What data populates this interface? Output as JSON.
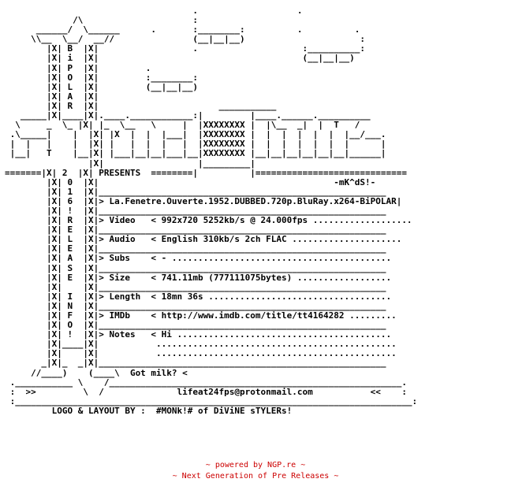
{
  "nfo_art": [
    "                                    .                   .                  ",
    "             /\\                     :                                      ",
    "      ______/  \\______      .       :________:          .          .       ",
    "     \\\\__  \\__/  __//               (__|__|__)                      :       ",
    "        |X| B  |X|                  .                    :__________:       ",
    "        |X| i  |X|                                       (__|__|__)        ",
    "        |X| P  |X|         .                                               ",
    "        |X| O  |X|         :________:                                      ",
    "        |X| L  |X|         (__|__|__)                                      ",
    "        |X| A  |X|                                                         ",
    "        |X| R  |X|                       ___________                       ",
    "   _____|X|____|X|.____.____________:|         |____.______.__________   ",
    "  \\     _  \\_ |X| |_  \\__   \\     |  |XXXXXXXX |  |\\__  _|  |  T   /     ",
    " .\\_____|    |  |X| |X  |  |  |___|  |XXXXXXXX |  |  |  |  |  |  |__/___.",
    " |  |   |    |  |X| |   |  |  |   |  |XXXXXXXX |  |  |  |  |  |  |      |",
    " |__|   T    |__|X| |___|__|__|___|__|XXXXXXXX |__|__|__|__|__|__|______|",
    "                |X|                  |_________|                          ",
    "=======|X| 2  |X| PRESENTS  ========|          |=============================",
    "        |X| 0  |X|                                             -mK^dS!-    ",
    "        |X| 1  |X|_______________________________________________________  ",
    "        |X| 6  |X|> La.Fenetre.Ouverte.1952.DUBBED.720p.BluRay.x264-BiPOLAR|",
    "        |X| !  |X|_______________________________________________________  ",
    "        |X| R  |X|> Video   < 992x720 5252kb/s @ 24.000fps ...................",
    "        |X| E  |X|_______________________________________________________  ",
    "        |X| L  |X|> Audio   < English 310kb/s 2ch FLAC .....................",
    "        |X| E  |X|_______________________________________________________  ",
    "        |X| A  |X|> Subs    < - ..........................................",
    "        |X| S  |X|_______________________________________________________  ",
    "        |X| E  |X|> Size    < 741.11mb (777111075bytes) ..................",
    "        |X|    |X|_______________________________________________________  ",
    "        |X| I  |X|> Length  < 18mn 36s ...................................",
    "        |X| N  |X|_______________________________________________________  ",
    "        |X| F  |X|> IMDb    < http://www.imdb.com/title/tt4164282 .........",
    "        |X| O  |X|_______________________________________________________  ",
    "        |X| !  |X|> Notes   < Hi .........................................",
    "        |X|____|X|           ..............................................",
    "        |X|    |X|           ..............................................",
    "       _|X|_  _|X|_______________________________________________________  ",
    "     //____)    (____\\  Got milk? <                                         ",
    " .___________ \\    /________________________________________________________.",
    " :  >>         \\  /              lifeat24fps@protonmail.com           <<    :",
    " :____________________________________________________________________________:",
    "         LOGO & LAYOUT BY :  #MONk!# of DiViNE sTYLERs!                     "
  ],
  "footer": {
    "line1": "~ powered by NGP.re ~",
    "line2": "~ Next Generation of Pre Releases ~",
    "color": "#cc0000"
  }
}
